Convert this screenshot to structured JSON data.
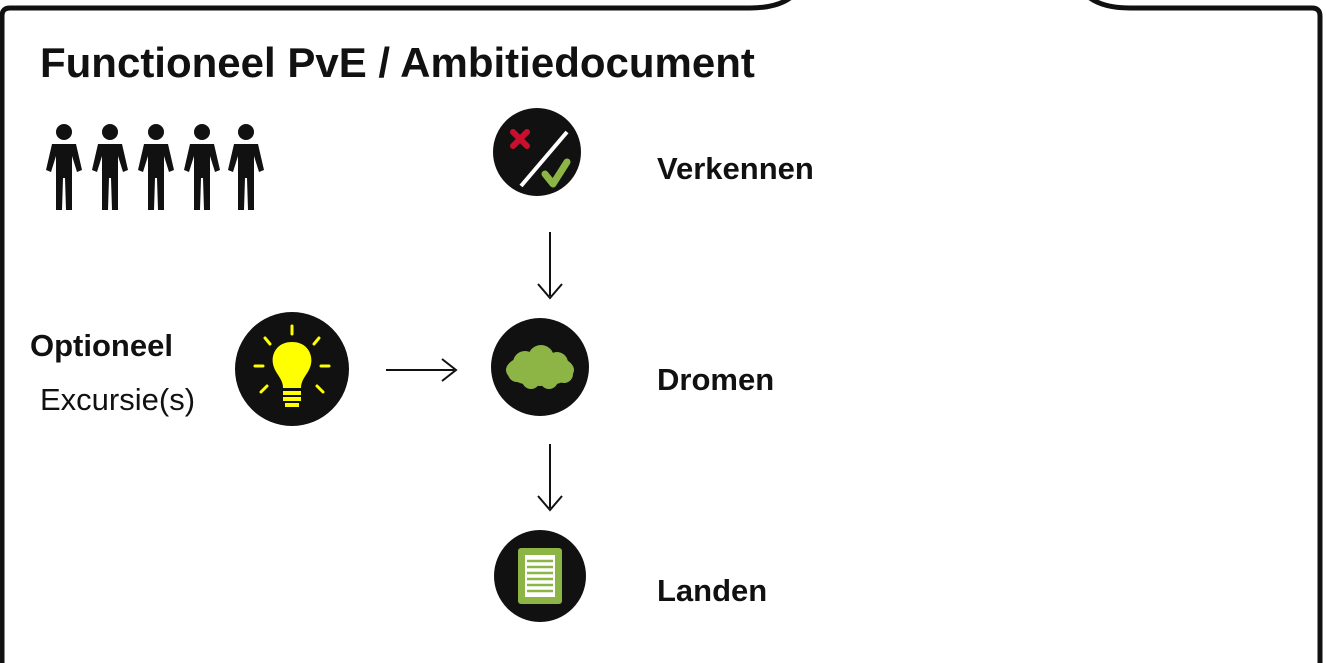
{
  "title": "Functioneel PvE / Ambitiedocument",
  "steps": [
    {
      "label": "Verkennen",
      "icon": "cross-check-icon"
    },
    {
      "label": "Dromen",
      "icon": "cloud-icon"
    },
    {
      "label": "Landen",
      "icon": "document-icon"
    }
  ],
  "optional": {
    "label": "Optioneel",
    "sublabel": "Excursie(s)",
    "icon": "lightbulb-icon"
  },
  "people_icon": "people-group-icon",
  "colors": {
    "circle": "#111111",
    "cross": "#c8102e",
    "check": "#8db546",
    "cloud": "#8db546",
    "document": "#8db546",
    "bulb": "#ffff00",
    "border": "#111111"
  }
}
